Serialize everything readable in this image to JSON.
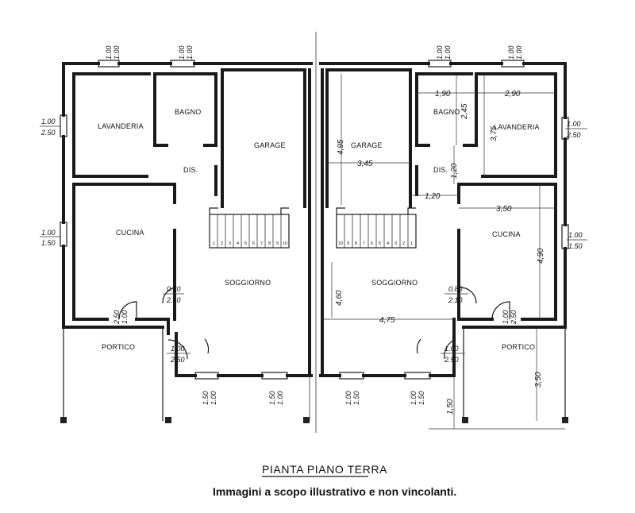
{
  "rooms": {
    "lavanderia": "LAVANDERIA",
    "bagno": "BAGNO",
    "garage": "GARAGE",
    "dis": "DIS.",
    "cucina": "CUCINA",
    "soggiorno": "SOGGIORNO",
    "portico": "PORTICO"
  },
  "window_labels": {
    "w1": "1.00",
    "w2": "1.00",
    "w150": "1.50",
    "w250": "2.50"
  },
  "door_labels": {
    "d080": "0.80",
    "d210": "2.10",
    "d100": "1.00",
    "d250": "2.50"
  },
  "dimensions": {
    "d190": "1,90",
    "d290": "2,90",
    "d245": "2,45",
    "d375": "3,75",
    "d495": "4,95",
    "d345": "3,45",
    "d120": "1,20",
    "d350": "3,50",
    "d490": "4,90",
    "d460": "4,60",
    "d475": "4,75",
    "d150": "1,50",
    "d350b": "3,50"
  },
  "steps": [
    "1",
    "2",
    "3",
    "4",
    "5",
    "6",
    "7",
    "8",
    "9",
    "10"
  ],
  "title": "PIANTA PIANO TERRA",
  "caption": "Immagini a scopo illustrativo e non vincolanti."
}
